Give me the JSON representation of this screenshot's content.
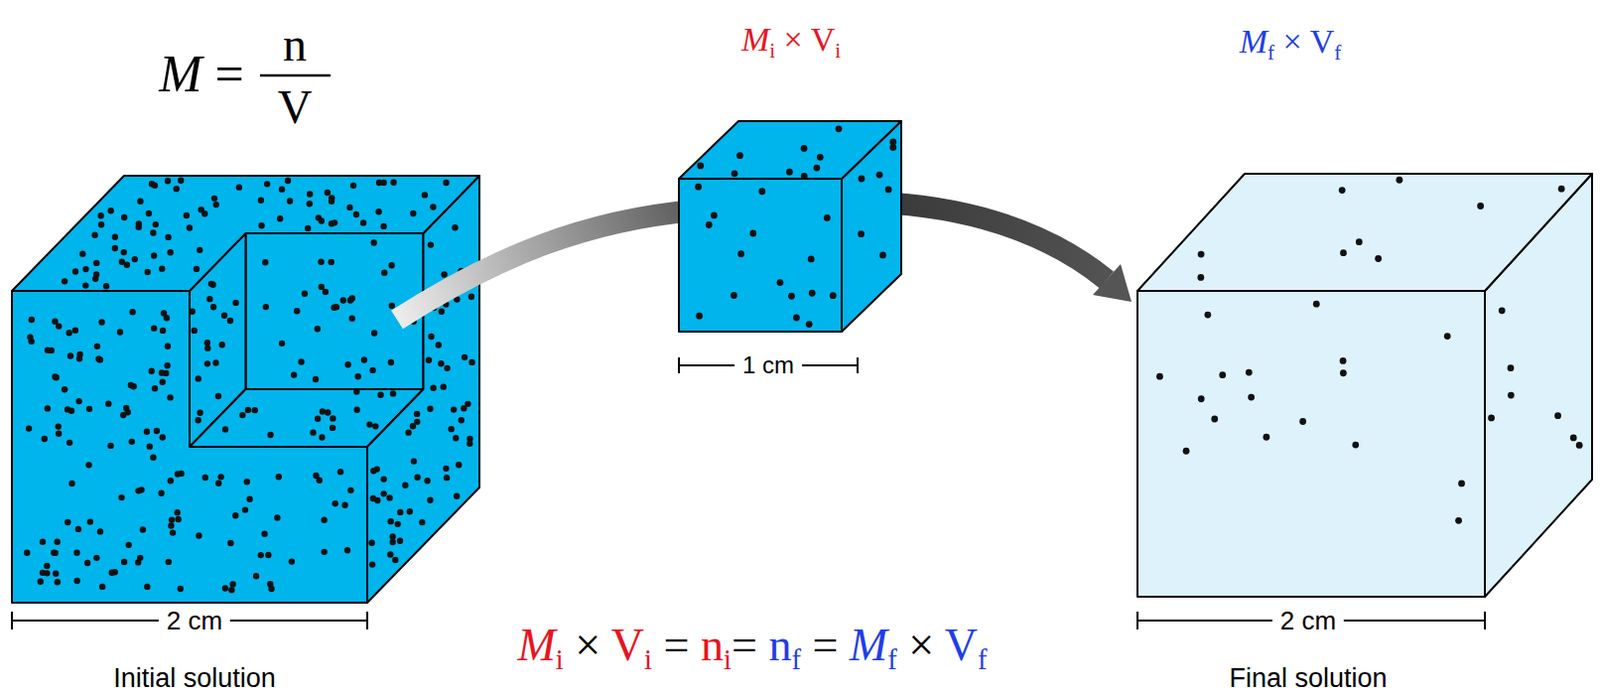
{
  "diagram": {
    "labels": [
      "M =",
      "n",
      "V",
      "Mi × Vi",
      "Mf × Vf",
      "1 cm",
      "2 cm",
      "Initial solution",
      "Mi × Vi = ni= nf = Mf × Vf",
      "2 cm",
      "Final solution"
    ]
  }
}
